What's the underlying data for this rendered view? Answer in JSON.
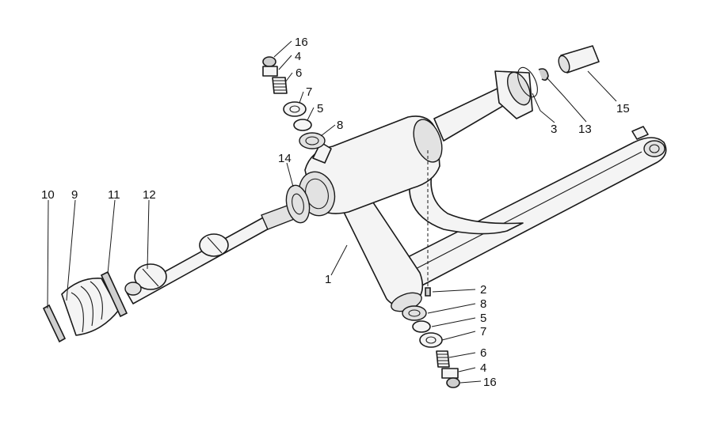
{
  "callouts": {
    "c16_top": "16",
    "c4_top": "4",
    "c6_top": "6",
    "c7_top": "7",
    "c5_top": "5",
    "c8_top": "8",
    "c14": "14",
    "c3": "3",
    "c13": "13",
    "c15": "15",
    "c10": "10",
    "c9": "9",
    "c11": "11",
    "c12": "12",
    "c1": "1",
    "c2": "2",
    "c8_bot": "8",
    "c5_bot": "5",
    "c7_bot": "7",
    "c6_bot": "6",
    "c4_bot": "4",
    "c16_bot": "16"
  }
}
